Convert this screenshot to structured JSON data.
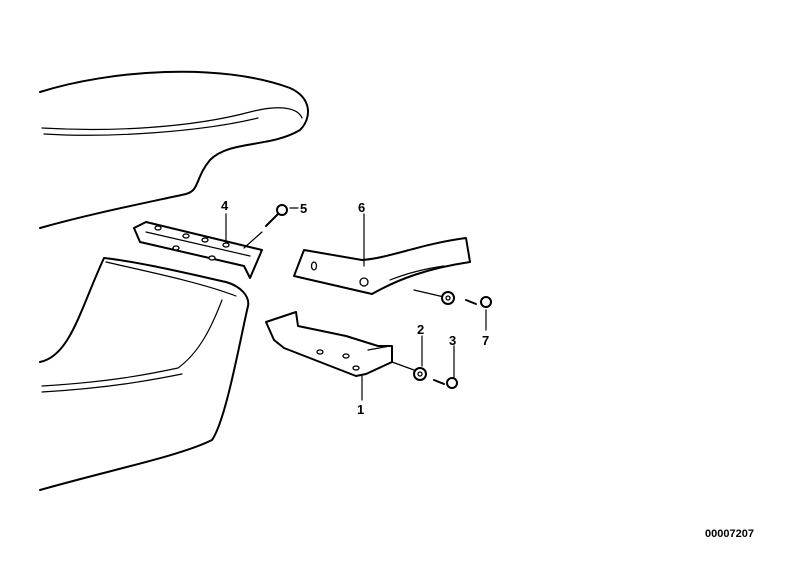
{
  "callouts": [
    {
      "id": "1",
      "text": "1"
    },
    {
      "id": "2",
      "text": "2"
    },
    {
      "id": "3",
      "text": "3"
    },
    {
      "id": "4",
      "text": "4"
    },
    {
      "id": "5",
      "text": "5"
    },
    {
      "id": "6",
      "text": "6"
    },
    {
      "id": "7",
      "text": "7"
    }
  ],
  "diagram_code": "00007207"
}
